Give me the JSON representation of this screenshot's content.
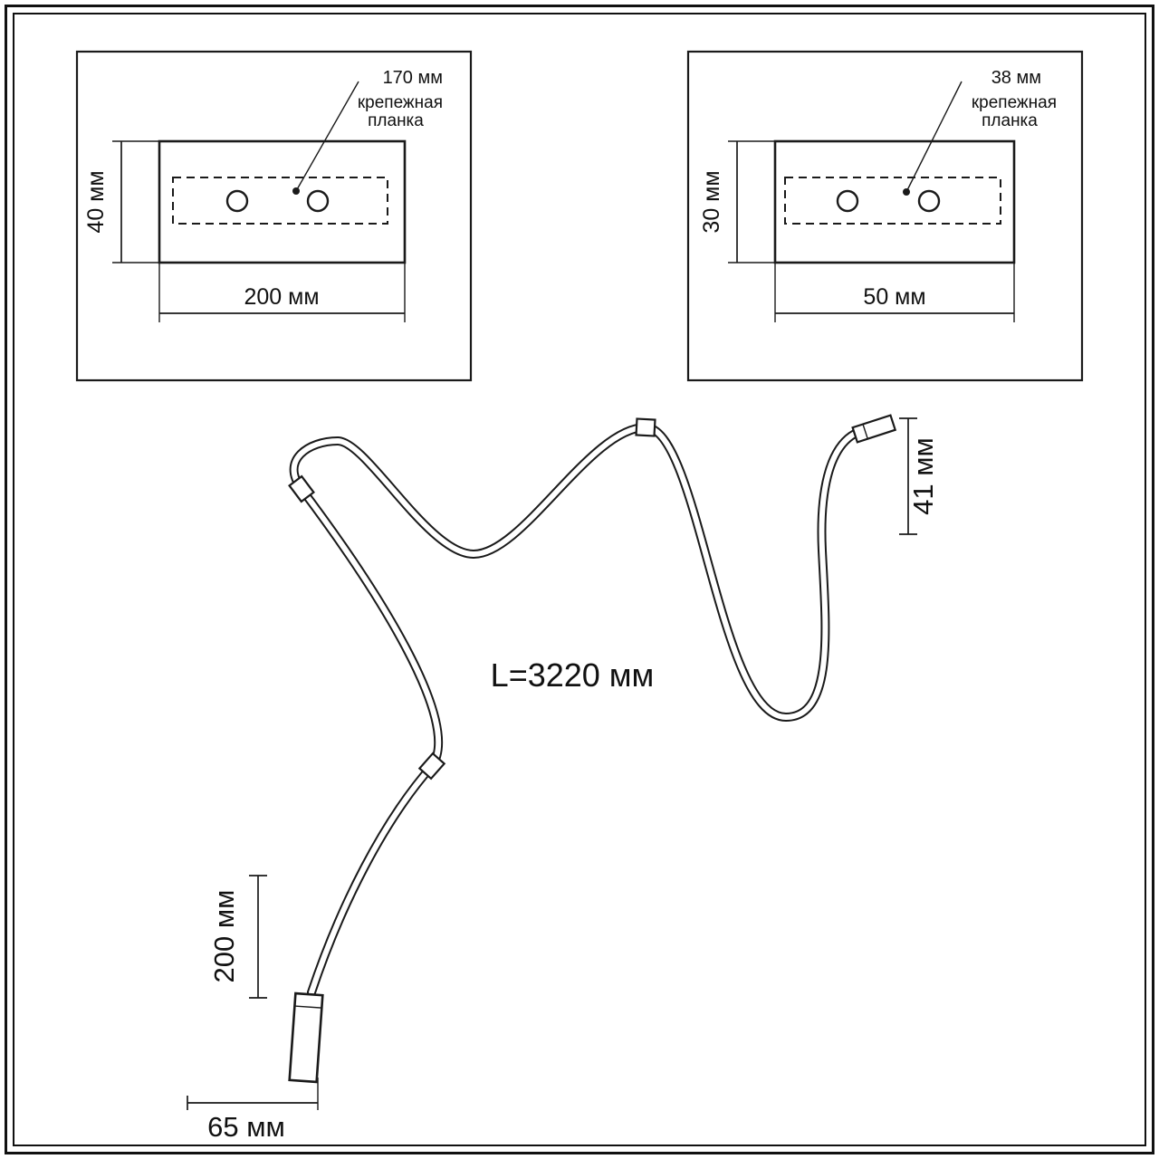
{
  "inset_left": {
    "offset_label": "170 мм",
    "part_line1": "крепежная",
    "part_line2": "планка",
    "height_label": "40 мм",
    "width_label": "200 мм"
  },
  "inset_right": {
    "offset_label": "38 мм",
    "part_line1": "крепежная",
    "part_line2": "планка",
    "height_label": "30 мм",
    "width_label": "50 мм"
  },
  "main": {
    "length_label": "L=3220 мм",
    "end_offset_label": "41 мм",
    "tail_length_label": "200 мм",
    "connector_width_label": "65 мм"
  },
  "colors": {
    "line": "#1a1a1a",
    "background": "#ffffff"
  }
}
